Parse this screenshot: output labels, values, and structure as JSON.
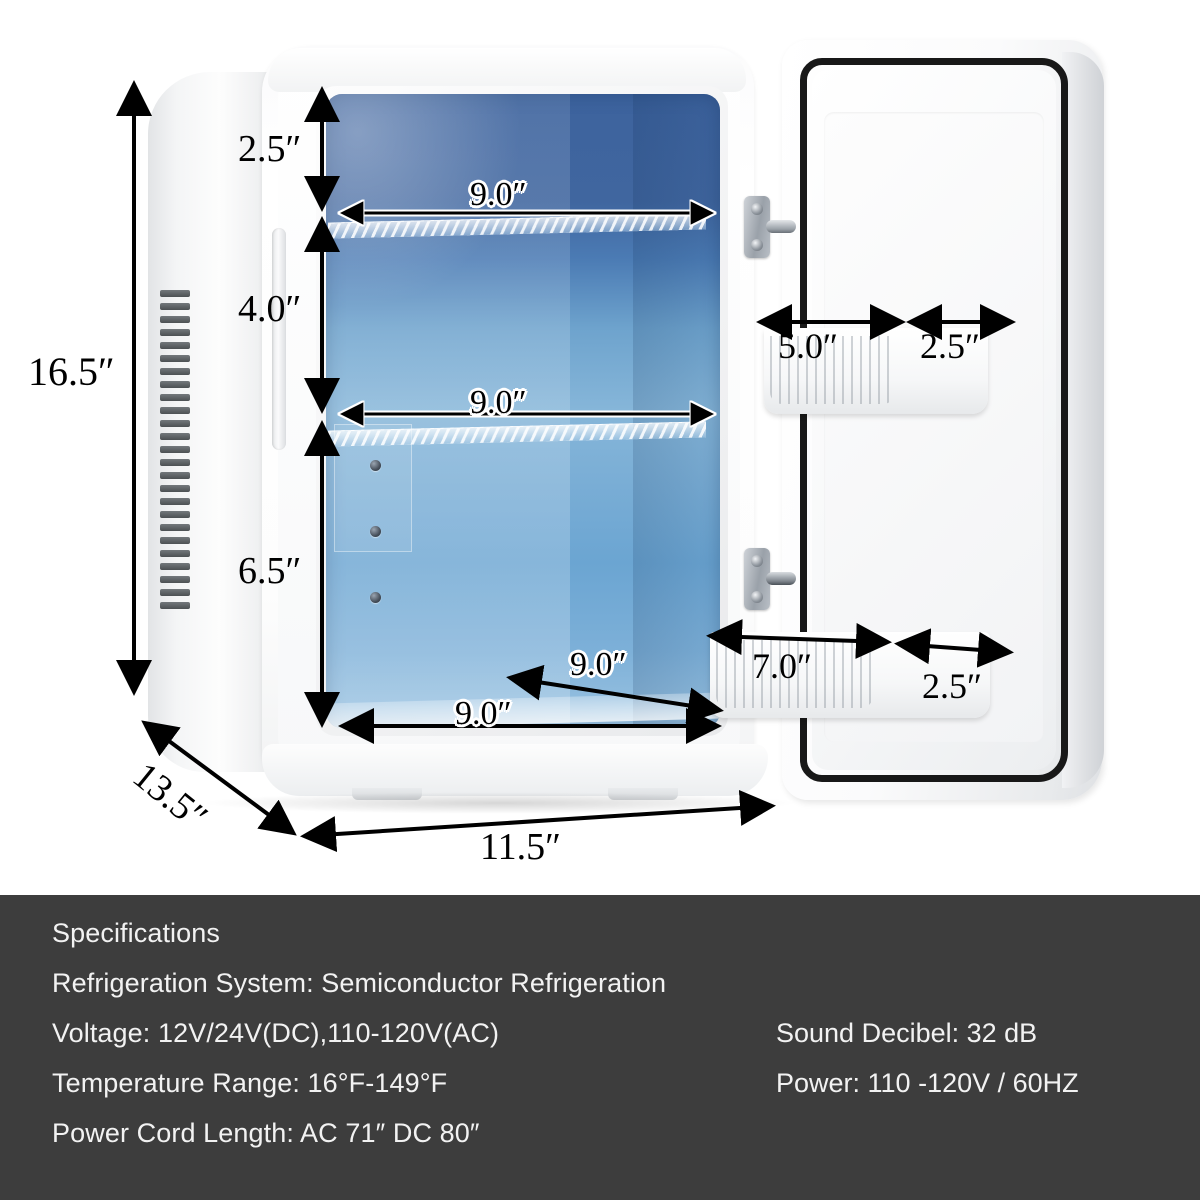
{
  "product": {
    "type": "mini-fridge-dimension-diagram",
    "colors": {
      "panel_background": "#3d3d3d",
      "panel_text": "#f2f2f2",
      "page_background": "#ffffff",
      "interior_top": "#3d639e",
      "interior_bottom": "#9cc4e2",
      "gasket": "#181818"
    }
  },
  "dimensions": {
    "overall_height": "16.5″",
    "overall_width": "11.5″",
    "overall_depth": "13.5″",
    "top_compartment_height": "2.5″",
    "middle_compartment_height": "4.0″",
    "bottom_compartment_height": "6.5″",
    "shelf_width_upper": "9.0″",
    "shelf_width_middle": "9.0″",
    "floor_width": "9.0″",
    "floor_depth": "9.0″",
    "door_basket_top_width": "5.0″",
    "door_basket_top_depth": "2.5″",
    "door_basket_bottom_width": "7.0″",
    "door_basket_bottom_depth": "2.5″"
  },
  "specifications": {
    "title": "Specifications",
    "rows": [
      {
        "left": "Refrigeration System: Semiconductor Refrigeration",
        "right": ""
      },
      {
        "left": "Voltage: 12V/24V(DC),110-120V(AC)",
        "right": "Sound Decibel: 32 dB"
      },
      {
        "left": "Temperature Range: 16°F-149°F",
        "right": "Power: 110 -120V / 60HZ"
      },
      {
        "left": "Power Cord Length: AC 71″   DC 80″",
        "right": ""
      }
    ]
  }
}
